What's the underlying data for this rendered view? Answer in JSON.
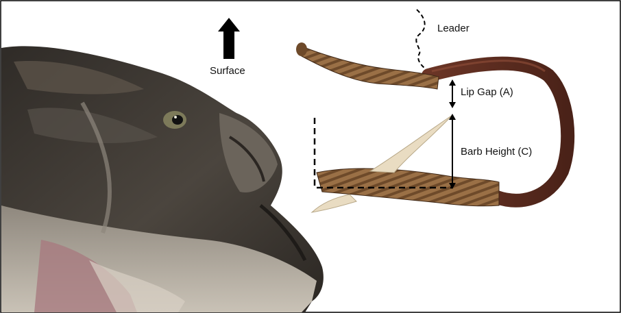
{
  "labels": {
    "surface": "Surface",
    "leader": "Leader",
    "lip_gap": "Lip Gap (A)",
    "barb_height": "Barb Height (C)"
  },
  "colors": {
    "frame": "#000000",
    "fish_dark": "#3a3530",
    "fish_mid": "#6b645b",
    "fish_light": "#b9b2a6",
    "fish_pink": "#a87b80",
    "hook_wood": "#5a2a1e",
    "hook_wrap": "#9a7046",
    "barb": "#e9dcc2",
    "annotation": "#000000"
  }
}
